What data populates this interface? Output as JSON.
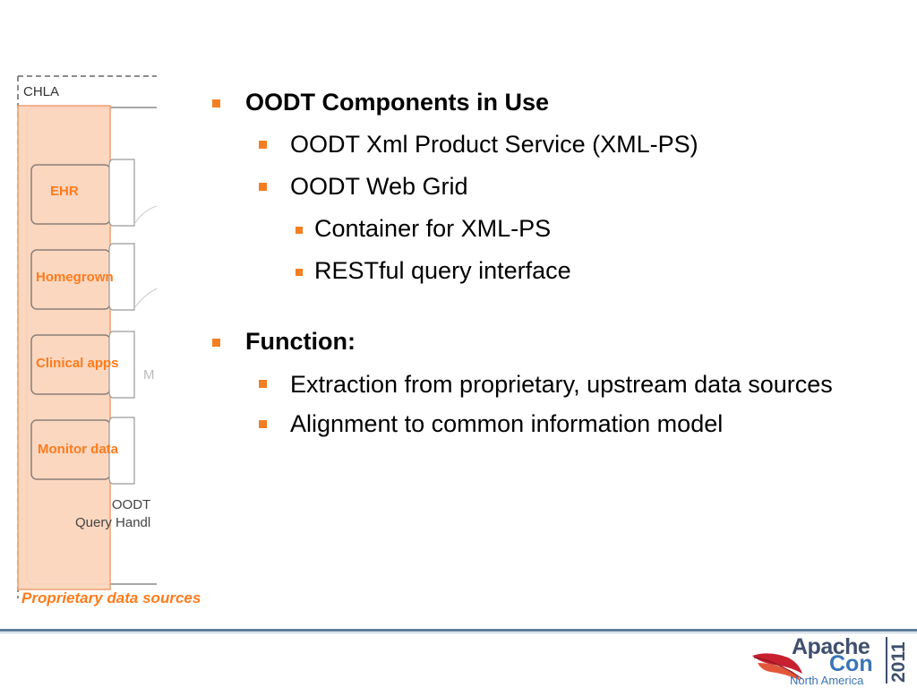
{
  "diagram": {
    "container_label": "CHLA",
    "sources": [
      "EHR",
      "Homegrown",
      "Clinical apps",
      "Monitor data"
    ],
    "handler_label_line1": "OODT",
    "handler_label_line2": "Query Handl",
    "fragment_text": "M",
    "caption": "Proprietary data sources"
  },
  "content": {
    "sections": [
      {
        "heading": "OODT Components in Use",
        "items": [
          {
            "text": "OODT Xml Product Service (XML-PS)",
            "subitems": []
          },
          {
            "text": "OODT Web Grid",
            "subitems": [
              "Container for XML-PS",
              "RESTful query interface"
            ]
          }
        ]
      },
      {
        "heading": "Function:",
        "items": [
          {
            "text": "Extraction from proprietary, upstream data sources",
            "subitems": []
          },
          {
            "text": "Alignment to common information model",
            "subitems": []
          }
        ]
      }
    ]
  },
  "logo": {
    "word1": "Apache",
    "word2": "Con",
    "region": "North America",
    "year": "2011"
  },
  "colors": {
    "accent_orange": "#f57e22",
    "highlight_fill": "#fbd5bd",
    "rule_blue": "#5c7d9a"
  }
}
